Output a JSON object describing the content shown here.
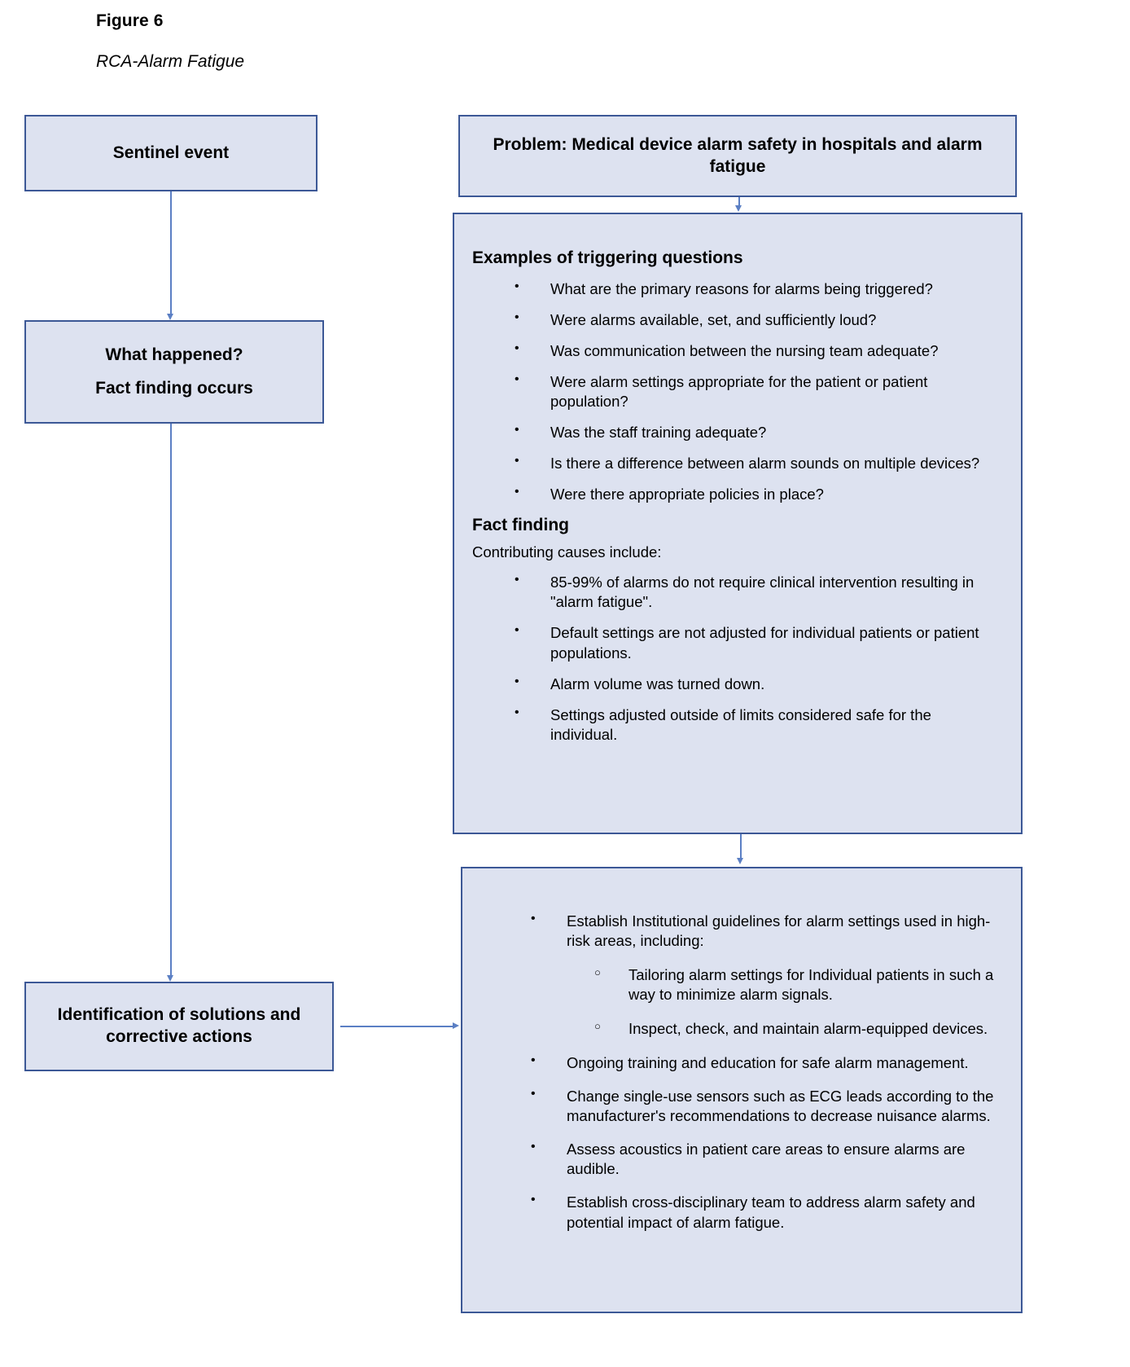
{
  "figure": {
    "label": "Figure 6",
    "subtitle": "RCA-Alarm Fatigue"
  },
  "colors": {
    "node_fill": "#dde2f0",
    "node_border": "#3c5896",
    "connector": "#5b7fc4"
  },
  "left_flow": {
    "sentinel": "Sentinel event",
    "what_happened_line1": "What happened?",
    "what_happened_line2": "Fact finding occurs",
    "identification_line1": "Identification of solutions and",
    "identification_line2": "corrective actions"
  },
  "problem": {
    "title": "Problem: Medical device alarm safety in hospitals and alarm fatigue"
  },
  "analysis": {
    "questions_heading": "Examples of triggering questions",
    "questions": [
      "What are the primary reasons for alarms being triggered?",
      "Were alarms available, set, and sufficiently loud?",
      "Was communication between the nursing team adequate?",
      "Were alarm settings appropriate for the patient or patient population?",
      "Was the staff training adequate?",
      "Is there a difference between alarm sounds on multiple devices?",
      "Were there appropriate policies in place?"
    ],
    "fact_finding_heading": "Fact finding",
    "fact_finding_intro": "Contributing causes include:",
    "causes": [
      "85-99% of alarms do not require clinical intervention resulting in \"alarm fatigue\".",
      "Default settings are not adjusted for individual patients or patient populations.",
      "Alarm volume was turned down.",
      "Settings adjusted outside of limits considered safe for the individual."
    ]
  },
  "solutions": {
    "items": [
      {
        "text": "Establish Institutional guidelines for alarm settings used in high-risk areas, including:",
        "sub": [
          "Tailoring alarm settings for Individual patients in such a way to minimize alarm signals.",
          "Inspect, check, and maintain alarm-equipped devices."
        ]
      },
      {
        "text": "Ongoing training and education for safe alarm management.",
        "sub": []
      },
      {
        "text": "Change single-use sensors such as ECG leads according to the manufacturer's recommendations to decrease nuisance alarms.",
        "sub": []
      },
      {
        "text": "Assess acoustics in patient care areas to ensure alarms are audible.",
        "sub": []
      },
      {
        "text": "Establish cross-disciplinary team to address alarm safety and potential impact of alarm fatigue.",
        "sub": []
      }
    ]
  },
  "markers": {
    "bullet": "•",
    "sub_bullet": "○"
  }
}
